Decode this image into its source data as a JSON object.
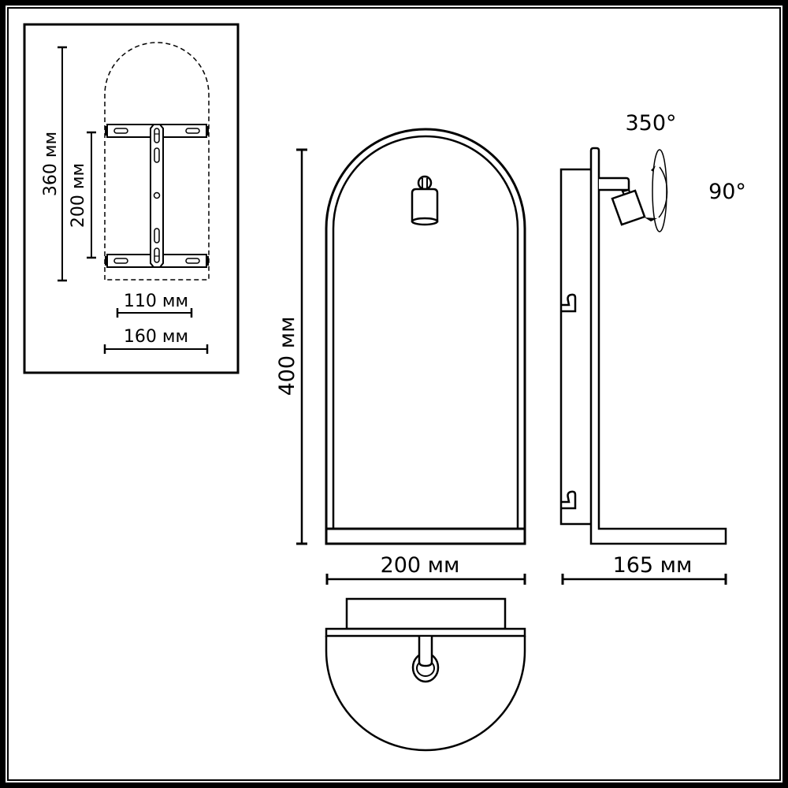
{
  "inset": {
    "title": "mounting-bracket-detail",
    "dims": {
      "height_total": "360 мм",
      "height_bracket": "200 мм",
      "width_bracket": "110 мм",
      "width_total": "160 мм"
    }
  },
  "front_view": {
    "dims": {
      "height": "400 мм",
      "width": "200 мм"
    }
  },
  "side_view": {
    "dims": {
      "depth": "165 мм"
    },
    "rotation": {
      "horizontal": "350°",
      "vertical": "90°"
    }
  },
  "top_view": {},
  "colors": {
    "line": "#000000",
    "background": "#ffffff"
  }
}
